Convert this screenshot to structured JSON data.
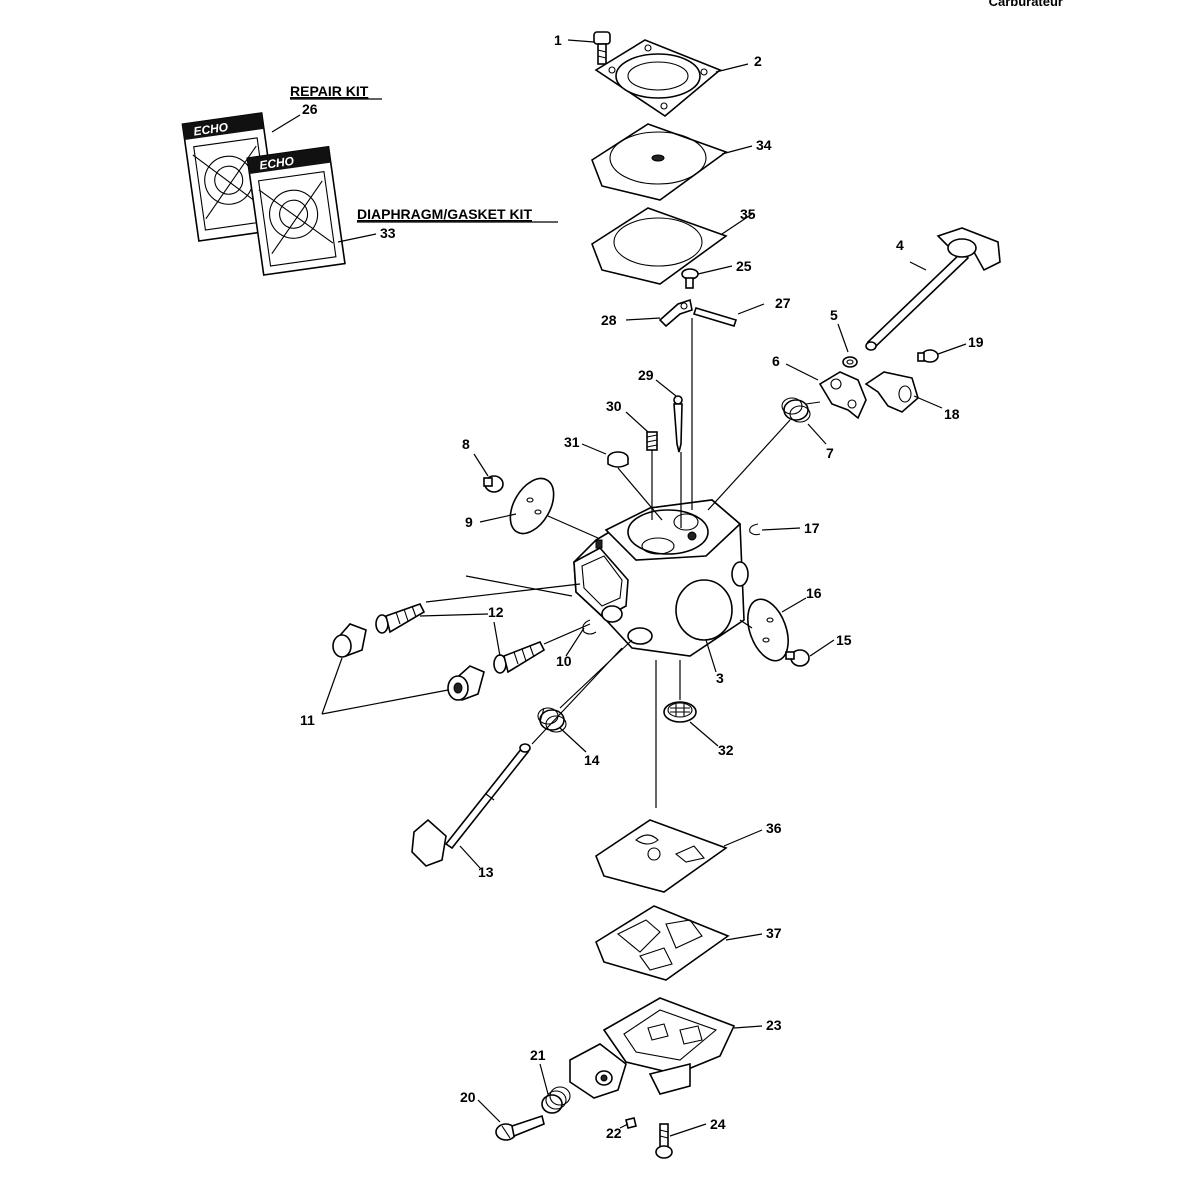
{
  "header": {
    "title": "Carburateur"
  },
  "kits": {
    "repair_kit": {
      "label": "REPAIR KIT",
      "number": "26"
    },
    "diaphragm_gasket_kit": {
      "label": "DIAPHRAGM/GASKET KIT",
      "number": "33"
    },
    "brand": "ECHO"
  },
  "callouts": {
    "c1": "1",
    "c2": "2",
    "c3": "3",
    "c4": "4",
    "c5": "5",
    "c6": "6",
    "c7": "7",
    "c8": "8",
    "c9": "9",
    "c10": "10",
    "c11": "11",
    "c12": "12",
    "c13": "13",
    "c14": "14",
    "c15": "15",
    "c16": "16",
    "c17": "17",
    "c18": "18",
    "c19": "19",
    "c20": "20",
    "c21": "21",
    "c22": "22",
    "c23": "23",
    "c24": "24",
    "c25": "25",
    "c27": "27",
    "c28": "28",
    "c29": "29",
    "c30": "30",
    "c31": "31",
    "c32": "32",
    "c34": "34",
    "c35": "35",
    "c36": "36",
    "c37": "37"
  }
}
